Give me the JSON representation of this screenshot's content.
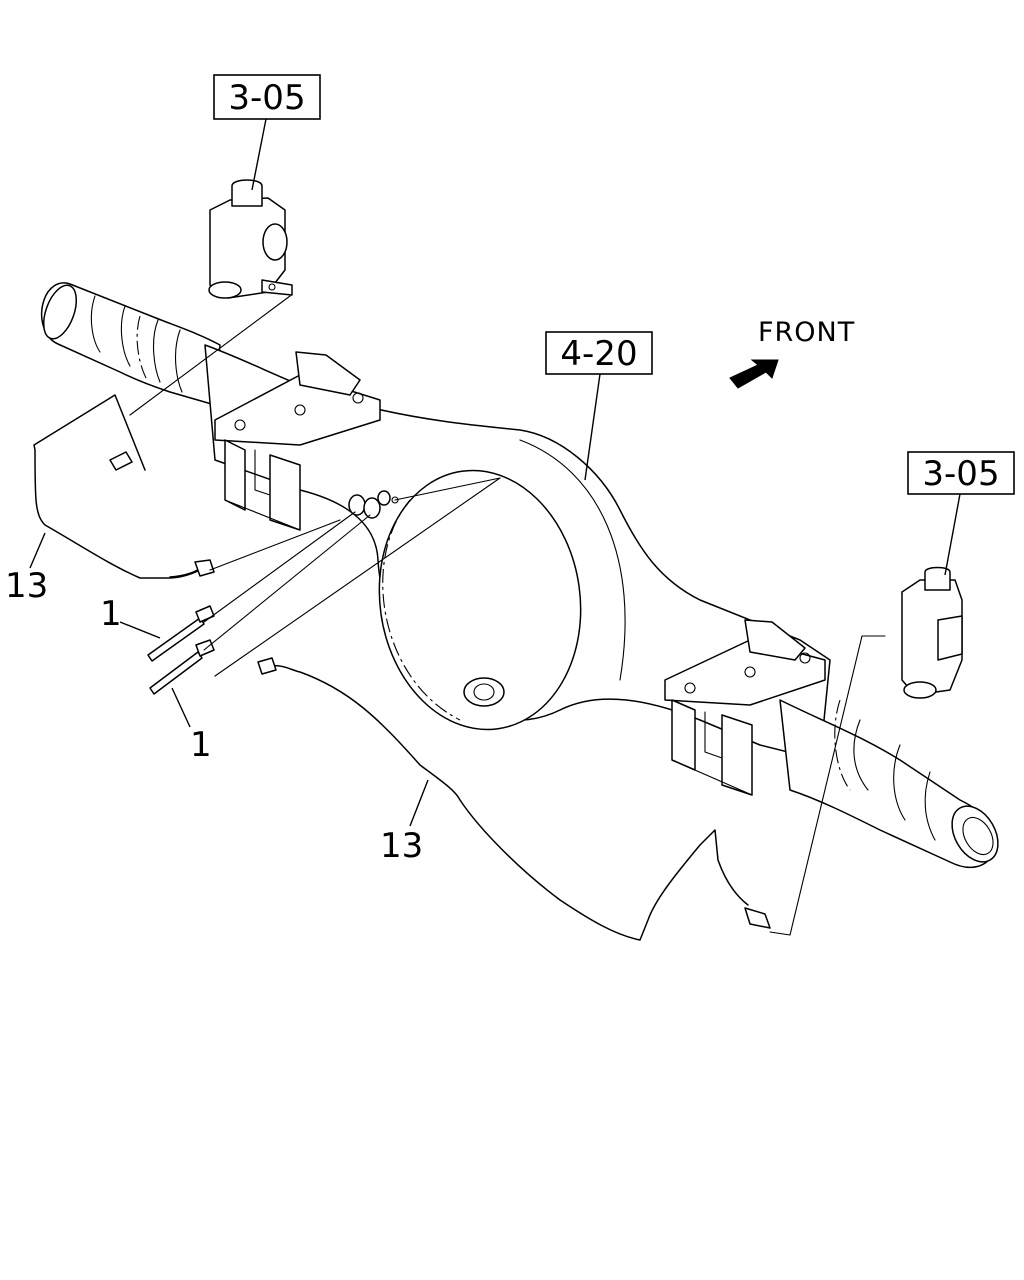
{
  "diagram": {
    "references": {
      "valve_left": "3-05",
      "axle": "4-20",
      "valve_right": "3-05"
    },
    "direction_label": "FRONT",
    "part_labels": {
      "pipe_left": "13",
      "hose_upper": "1",
      "hose_lower": "1",
      "pipe_right": "13"
    }
  }
}
